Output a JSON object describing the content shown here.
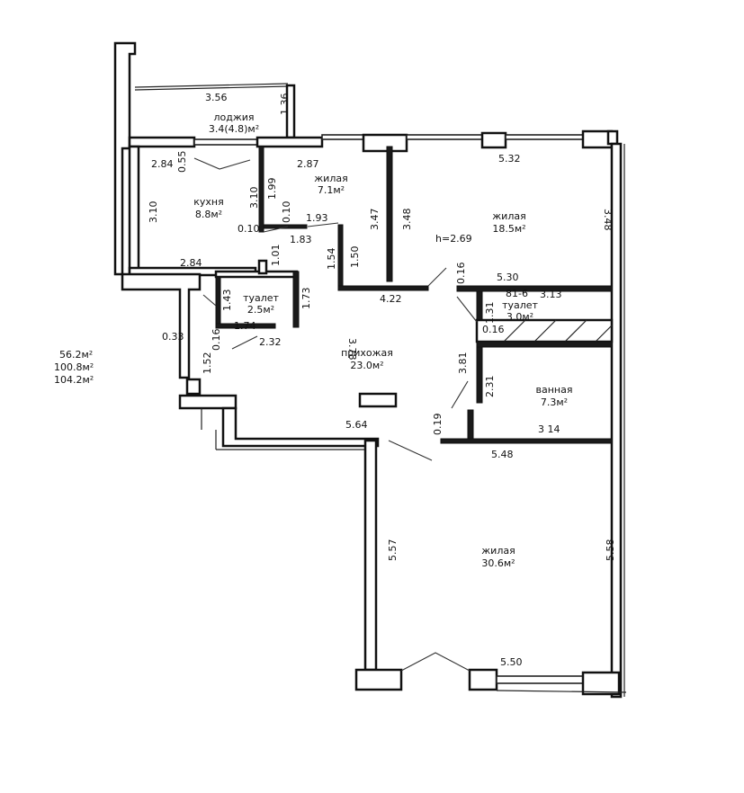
{
  "rooms": [
    {
      "name": "лоджия",
      "area": "3.4(4.8)м²"
    },
    {
      "name": "кухня",
      "area": "8.8м²"
    },
    {
      "name": "жилая",
      "area": "7.1м²"
    },
    {
      "name": "жилая",
      "area": "18.5м²"
    },
    {
      "name": "туалет",
      "area": "2.5м²"
    },
    {
      "name": "прихожая",
      "area": "23.0м²"
    },
    {
      "name": "туалет",
      "area": "3.0м²"
    },
    {
      "name": "ванная",
      "area": "7.3м²"
    },
    {
      "name": "жилая",
      "area": "30.6м²"
    }
  ],
  "ceiling_height": "h=2.69",
  "totals": [
    "56.2м²",
    "100.8м²",
    "104.2м²"
  ],
  "dims": {
    "d356": "3.56",
    "d136": "1.36",
    "d284a": "2.84",
    "d055": "0.55",
    "d287": "2.87",
    "d532": "5.32",
    "d348r": "3.48",
    "d310a": "3.10",
    "d310b": "3.10",
    "d199": "1.99",
    "d010a": "0.10",
    "d010b": "0.10",
    "d193": "1.93",
    "d183": "1.83",
    "d347": "3.47",
    "d348": "3.48",
    "d154": "1.54",
    "d150": "1.50",
    "d284b": "2.84",
    "d101": "1.01",
    "d016a": "0.16",
    "d530": "5.30",
    "d422": "4.22",
    "d816": "81-6",
    "d313": "3.13",
    "d143": "1.43",
    "d173": "1.73",
    "d131": "1.31",
    "d016b": "0.16",
    "d174": "1.74",
    "d232": "2.32",
    "d378": "3.78",
    "d033": "0.33",
    "d016c": "0.16",
    "d152": "1.52",
    "d381": "3.81",
    "d231": "2.31",
    "d019": "0.19",
    "d314": "3 14",
    "d564": "5.64",
    "d548": "5.48",
    "d557": "5.57",
    "d558": "5.58",
    "d550": "5.50"
  }
}
